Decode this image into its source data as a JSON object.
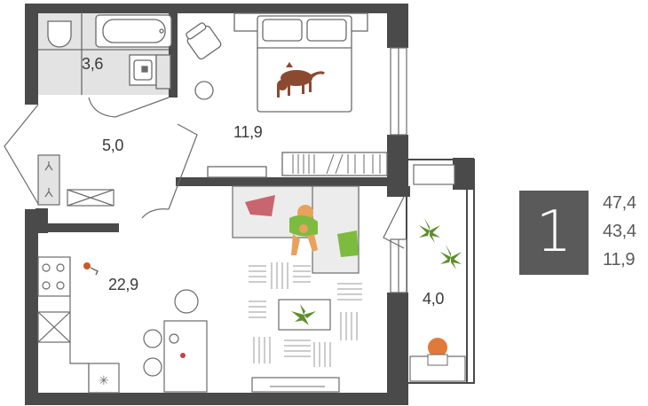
{
  "rooms": {
    "bathroom": "3,6",
    "hall": "5,0",
    "bedroom": "11,9",
    "living": "22,9",
    "balcony": "4,0"
  },
  "summary": {
    "rooms_count": "1",
    "total_area": "47,4",
    "living_area": "43,4",
    "kitchen_area": "11,9"
  },
  "colors": {
    "wall": "#4a4a4a",
    "bath_floor": "#e2e2e2",
    "line": "#6b6b6b",
    "sofa": "#e8e8e8",
    "pillow_pink": "#c9656f",
    "pillow_green": "#7dbb3f",
    "plant": "#5e8f2e",
    "person_skin": "#e9a25b",
    "person_shirt": "#7dbb3f",
    "dog": "#8b4a2f",
    "chair_orange": "#e07a3a",
    "badge": "#5a5a5a"
  }
}
